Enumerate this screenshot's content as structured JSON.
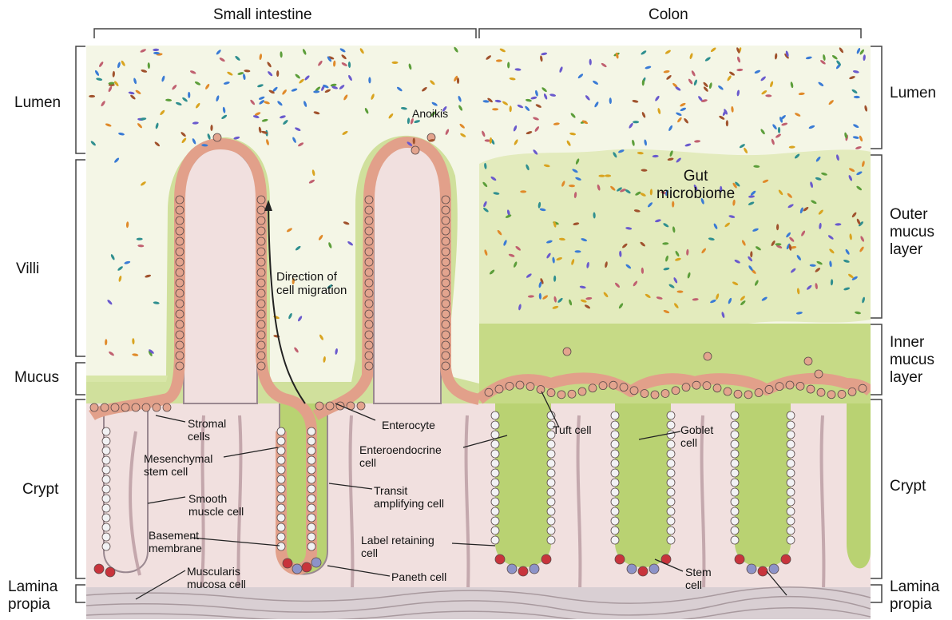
{
  "sections": {
    "small_intestine": "Small intestine",
    "colon": "Colon"
  },
  "left_labels": {
    "lumen": "Lumen",
    "villi": "Villi",
    "mucus": "Mucus",
    "crypt": "Crypt",
    "lamina_propia": "Lamina\npropia"
  },
  "right_labels": {
    "lumen": "Lumen",
    "outer_mucus": "Outer\nmucus\nlayer",
    "inner_mucus": "Inner\nmucus\nlayer",
    "crypt": "Crypt",
    "lamina_propia": "Lamina\npropia"
  },
  "annotations": {
    "anoikis": "Anoikis",
    "gut_microbiome": "Gut\nmicrobiome",
    "direction": "Direction of\ncell migration",
    "stromal": "Stromal\ncells",
    "mesenchymal": "Mesenchymal\nstem cell",
    "smooth_muscle": "Smooth\nmuscle cell",
    "basement": "Basement\nmembrane",
    "muscularis": "Muscularis\nmucosa cell",
    "enterocyte": "Enterocyte",
    "enteroendocrine": "Enteroendocrine\ncell",
    "transit": "Transit\namplifying cell",
    "label_retaining": "Label retaining\ncell",
    "paneth": "Paneth cell",
    "tuft": "Tuft cell",
    "goblet": "Goblet\ncell",
    "stem": "Stem\ncell"
  },
  "colors": {
    "lumen_bg": "#f3f5e2",
    "mucus_light": "#e4ecc0",
    "mucus_mid": "#cfe09a",
    "mucus_dark": "#b7d06e",
    "lamina": "#f0dede",
    "enterocyte": "#e3a48e",
    "stromal": "#f2d89a",
    "goblet": "#3ea24a",
    "enteroendocrine": "#f1a42c",
    "tuft": "#243c78",
    "paneth": "#c8343c",
    "stem": "#8d93c8",
    "transit": "#f2f2f4",
    "muscle": "#b99aa0"
  }
}
